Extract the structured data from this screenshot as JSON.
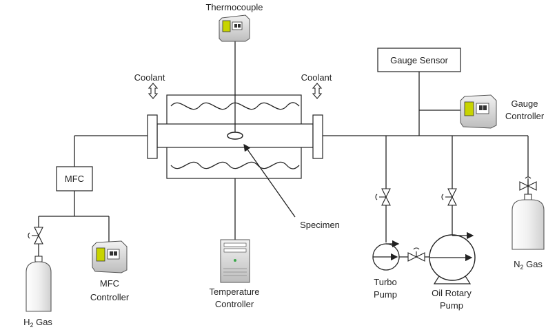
{
  "labels": {
    "thermocouple": "Thermocouple",
    "coolant_left": "Coolant",
    "coolant_right": "Coolant",
    "gauge_sensor": "Gauge Sensor",
    "gauge_controller_1": "Gauge",
    "gauge_controller_2": "Controller",
    "mfc": "MFC",
    "mfc_controller_1": "MFC",
    "mfc_controller_2": "Controller",
    "specimen": "Specimen",
    "temperature_controller_1": "Temperature",
    "temperature_controller_2": "Controller",
    "turbo_pump_1": "Turbo",
    "turbo_pump_2": "Pump",
    "oil_rotary_pump_1": "Oil Rotary",
    "oil_rotary_pump_2": "Pump",
    "h2_gas_prefix": "H",
    "h2_gas_sub": "2",
    "h2_gas_suffix": " Gas",
    "n2_gas_prefix": "N",
    "n2_gas_sub": "2",
    "n2_gas_suffix": " Gas"
  },
  "colors": {
    "line": "#222222",
    "screen": "#c8d400",
    "device_body": "#d9d9d9"
  }
}
